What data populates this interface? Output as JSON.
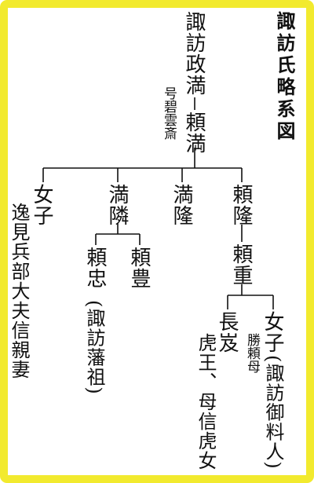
{
  "title": "諏訪氏略系図",
  "persons": {
    "masamitsu": "諏訪政満",
    "masamitsu_note": "号碧雲斎",
    "yorimitsu": "頼満",
    "daughter1": "女子",
    "daughter1_note": "逸見兵部大夫信親妻",
    "mitsuchika": "満隣",
    "mitsutaka": "満隆",
    "yoritaka": "頼隆",
    "yoritada": "頼忠",
    "yoritada_note": "(諏訪藩祖)",
    "yoritoyo": "頼豊",
    "yorishige": "頼重",
    "nagatoki": "長岌",
    "nagatoki_note": "虎王、母信虎女",
    "daughter2": "女子",
    "daughter2_note": "勝頼母",
    "daughter2_note2": "(諏訪御料人)"
  },
  "colors": {
    "frame_yellow": "#f2ea2e",
    "ink": "#111111",
    "paper": "#ffffff"
  }
}
